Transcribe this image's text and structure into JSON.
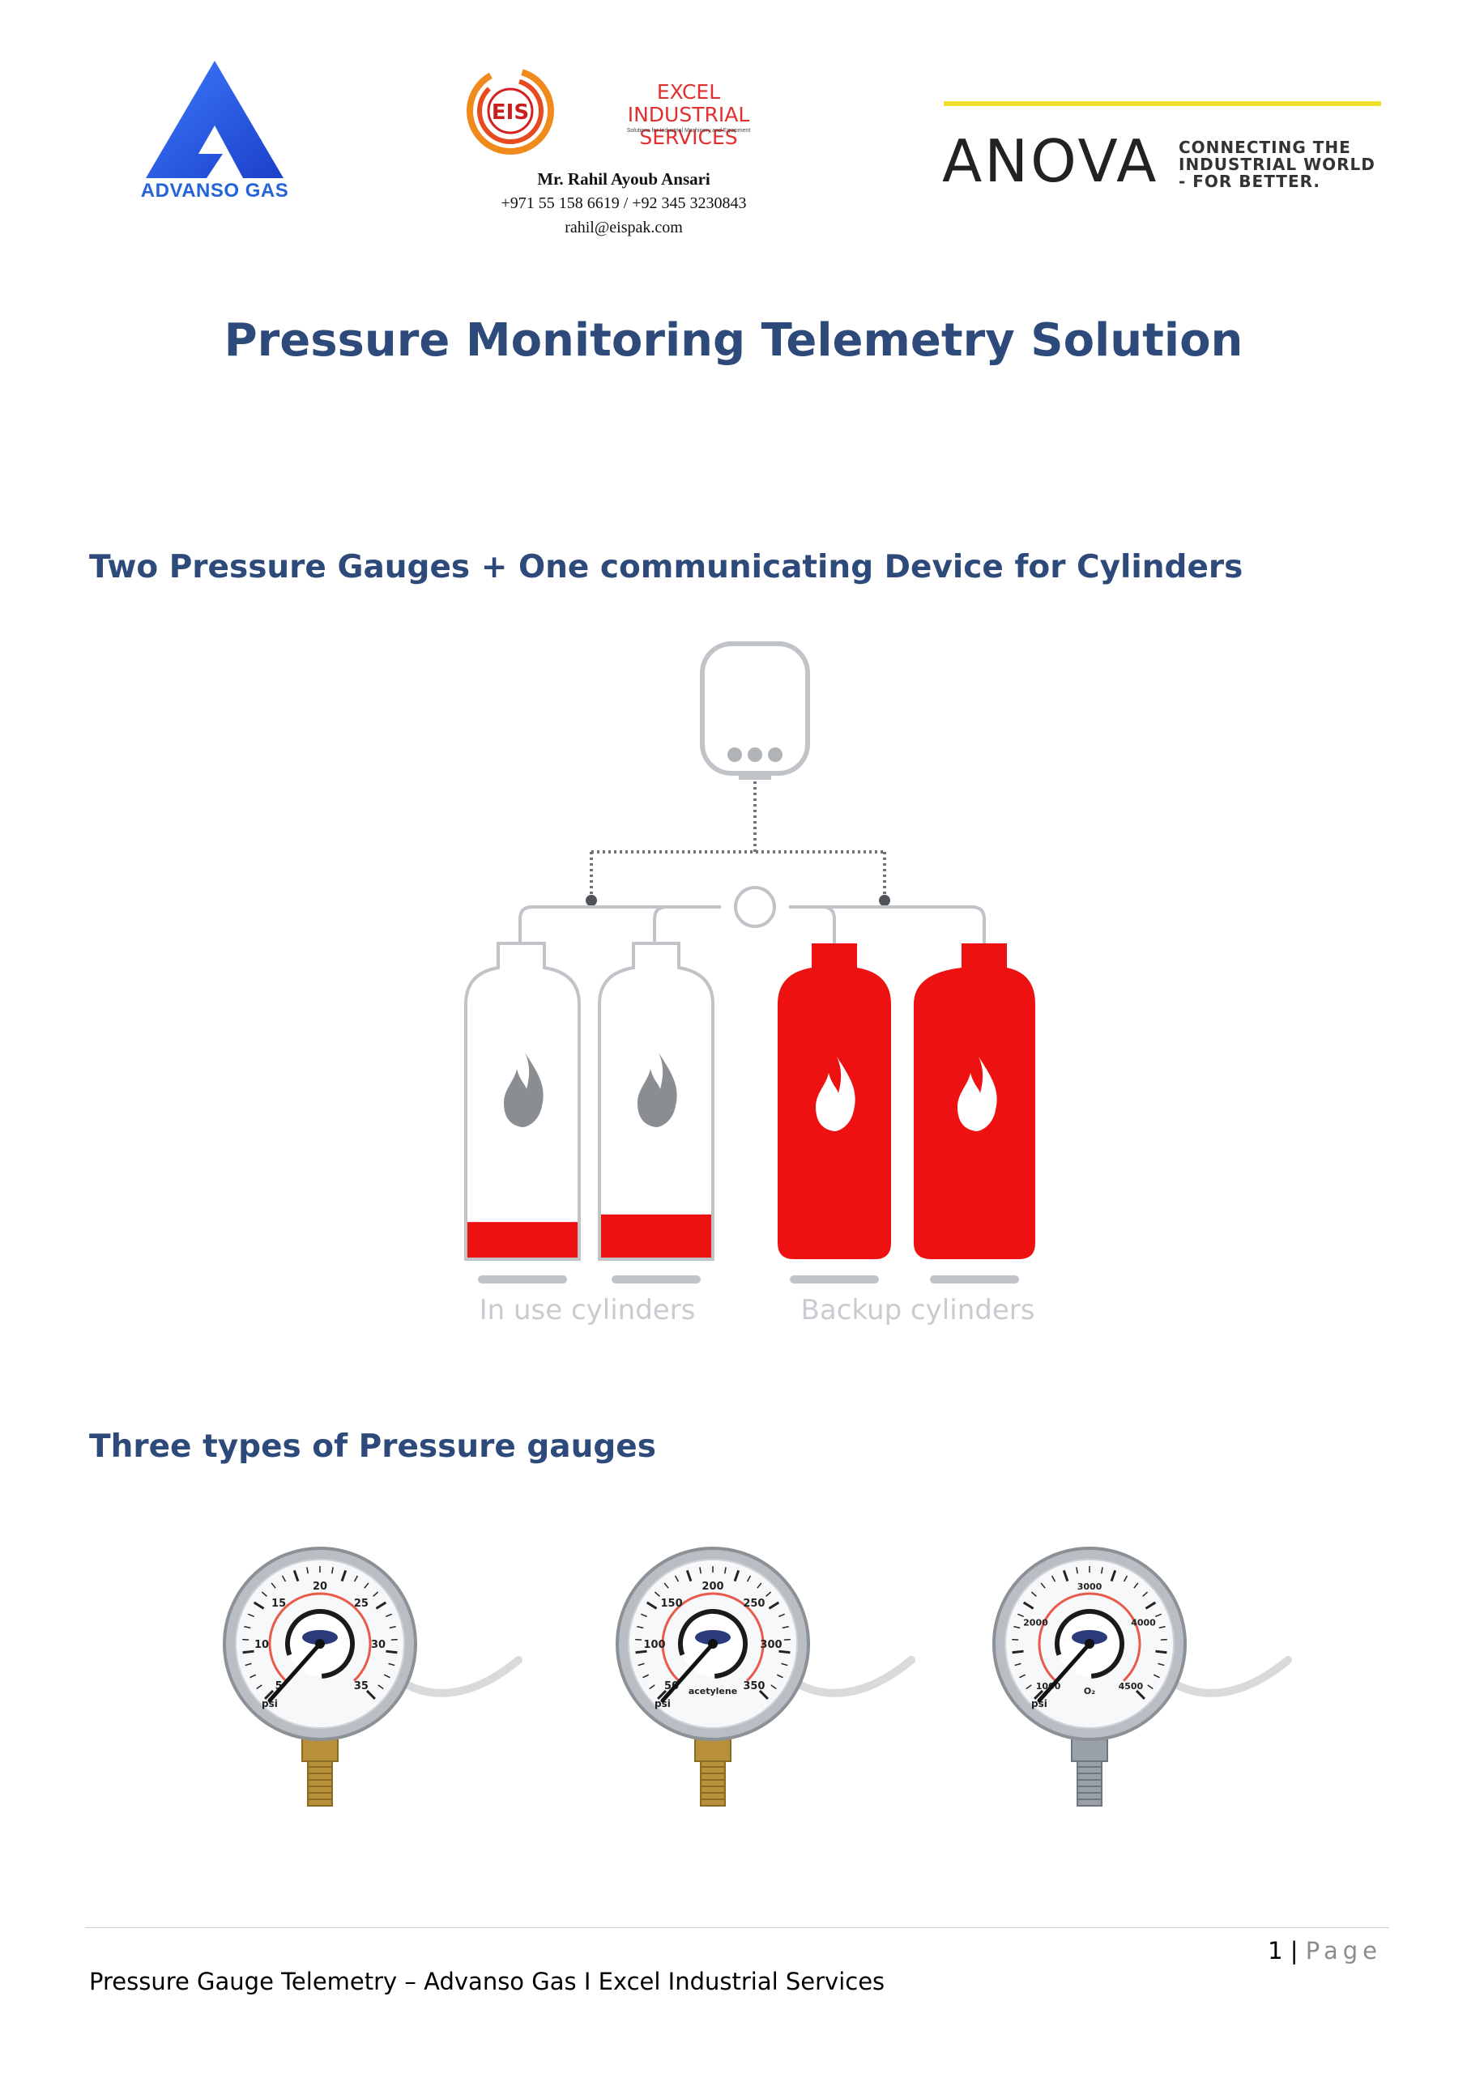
{
  "header": {
    "advanso": {
      "name": "ADVANSO GAS",
      "color": "#2563d8"
    },
    "eis": {
      "mark": "EIS",
      "name_line1": "EXCEL INDUSTRIAL",
      "name_line2": "SERVICES",
      "tagline": "Solutions for Industrial Machinery and Equipment",
      "color": "#e03030"
    },
    "contact": {
      "name": "Mr. Rahil Ayoub Ansari",
      "phone": "+971 55 158 6619 / +92 345 3230843",
      "email": "rahil@eispak.com"
    },
    "anova": {
      "name": "ANOVA",
      "tagline": [
        "CONNECTING THE",
        "INDUSTRIAL WORLD",
        "- FOR BETTER."
      ],
      "accent": "#f2e12a"
    }
  },
  "title": "Pressure Monitoring Telemetry Solution",
  "sections": [
    {
      "heading": "Two Pressure Gauges + One communicating Device for Cylinders"
    },
    {
      "heading": "Three types of Pressure gauges"
    }
  ],
  "diagram": {
    "groups": [
      "In use cylinders",
      "Backup cylinders"
    ],
    "in_use_fill_levels": [
      0.14,
      0.17
    ],
    "colors": {
      "cylinder_red": "#ee1111",
      "outline": "#c0c4c8"
    }
  },
  "gauges": [
    {
      "scale_outer": [
        "5",
        "10",
        "15",
        "20",
        "25",
        "30",
        "35"
      ],
      "unit": "psi",
      "stem": "brass"
    },
    {
      "scale_outer": [
        "50",
        "100",
        "150",
        "200",
        "250",
        "300",
        "350"
      ],
      "unit": "psi",
      "stem": "brass",
      "gas": "acetylene"
    },
    {
      "scale_outer": [
        "1000",
        "2000",
        "3000",
        "4000",
        "4500"
      ],
      "unit": "psi",
      "stem": "steel",
      "gas": "O₂"
    }
  ],
  "footer": {
    "page_number": "1",
    "separator": "|",
    "page_word": "Page",
    "text": "Pressure Gauge Telemetry – Advanso Gas I Excel Industrial Services"
  }
}
